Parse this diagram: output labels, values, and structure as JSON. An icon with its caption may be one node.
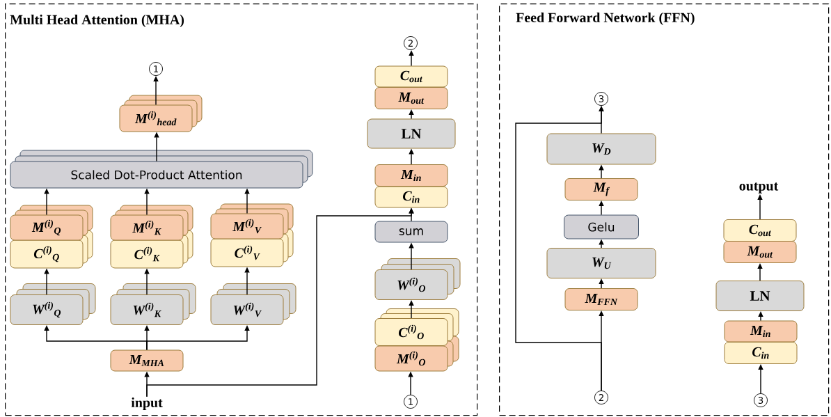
{
  "diagram": {
    "nodes": [
      {
        "text": [
          "Multi Head Attention (MHA)"
        ]
      },
      {
        "text": [
          "1"
        ],
        "in": 0
      },
      {
        "text": [
          "M$^{(i)}$$_{head}$"
        ],
        "in": 0
      },
      {
        "text": [
          "Scaled Dot-Product Attention"
        ],
        "in": 0
      },
      {
        "text": [
          "M$^{(i)}$$_{Q}$"
        ],
        "in": 0
      },
      {
        "text": [
          "C$^{(i)}$$_{Q}$"
        ],
        "in": 0
      },
      {
        "text": [
          "M$^{(i)}$$_{K}$"
        ],
        "in": 0
      },
      {
        "text": [
          "C$^{(i)}$$_{K}$"
        ],
        "in": 0
      },
      {
        "text": [
          "M$^{(i)}$$_{V}$"
        ],
        "in": 0
      },
      {
        "text": [
          "C$^{(i)}$$_{V}$"
        ],
        "in": 0
      },
      {
        "text": [
          "W$^{(i)}$$_{Q}$"
        ],
        "in": 0
      },
      {
        "text": [
          "W$^{(i)}$$_{K}$"
        ],
        "in": 0
      },
      {
        "text": [
          "W$^{(i)}$$_{V}$"
        ],
        "in": 0
      },
      {
        "text": [
          "M$_{MHA}$"
        ],
        "in": 0
      },
      {
        "text": [
          "input"
        ],
        "in": 0
      },
      {
        "text": [
          "2"
        ],
        "in": 0
      },
      {
        "text": [
          "C$_{out}$"
        ],
        "in": 0
      },
      {
        "text": [
          "M$_{out}$"
        ],
        "in": 0
      },
      {
        "text": [
          "LN"
        ],
        "in": 0
      },
      {
        "text": [
          "M$_{in}$"
        ],
        "in": 0
      },
      {
        "text": [
          "C$_{in}$"
        ],
        "in": 0
      },
      {
        "text": [
          "sum"
        ],
        "in": 0
      },
      {
        "text": [
          "W$^{(i)}$$_{O}$"
        ],
        "in": 0
      },
      {
        "text": [
          "C$^{(i)}$$_{O}$"
        ],
        "in": 0
      },
      {
        "text": [
          "M$^{(i)}$$_{O}$"
        ],
        "in": 0
      },
      {
        "text": [
          "1"
        ],
        "in": 0
      },
      {
        "text": [
          "Feed Forward Network (FFN)"
        ]
      },
      {
        "text": [
          "3"
        ],
        "in": 26
      },
      {
        "text": [
          "W$_{D}$"
        ],
        "in": 26
      },
      {
        "text": [
          "M$_{f}$"
        ],
        "in": 26
      },
      {
        "text": [
          "Gelu"
        ],
        "in": 26
      },
      {
        "text": [
          "W$_{U}$"
        ],
        "in": 26
      },
      {
        "text": [
          "M$_{FFN}$"
        ],
        "in": 26
      },
      {
        "text": [
          "2"
        ],
        "in": 26
      },
      {
        "text": [
          "output"
        ],
        "in": 26
      },
      {
        "text": [
          "C$_{out}$"
        ],
        "in": 26
      },
      {
        "text": [
          "M$_{out}$"
        ],
        "in": 26
      },
      {
        "text": [
          "LN"
        ],
        "in": 26
      },
      {
        "text": [
          "M$_{in}$"
        ],
        "in": 26
      },
      {
        "text": [
          "C$_{in}$"
        ],
        "in": 26
      },
      {
        "text": [
          "3"
        ],
        "in": 26
      }
    ],
    "edges": [
      {
        "from": 2,
        "to": 1,
        "arrow": "to"
      },
      {
        "from": 3,
        "to": 2,
        "arrow": "to"
      },
      {
        "from": 4,
        "to": 3,
        "arrow": "to"
      },
      {
        "from": 6,
        "to": 3,
        "arrow": "to"
      },
      {
        "from": 8,
        "to": 3,
        "arrow": "to"
      },
      {
        "from": 10,
        "to": 5,
        "arrow": "to"
      },
      {
        "from": 11,
        "to": 7,
        "arrow": "to"
      },
      {
        "from": 12,
        "to": 9,
        "arrow": "to"
      },
      {
        "from": 13,
        "to": 10,
        "arrow": "to"
      },
      {
        "from": 13,
        "to": 11,
        "arrow": "to"
      },
      {
        "from": 13,
        "to": 12,
        "arrow": "to"
      },
      {
        "from": 14,
        "to": 13,
        "arrow": "to"
      },
      {
        "from": 14,
        "to": 20,
        "arrow": "to"
      },
      {
        "from": 25,
        "to": 24,
        "arrow": "to"
      },
      {
        "from": 23,
        "to": 22,
        "arrow": "to"
      },
      {
        "from": 22,
        "to": 21,
        "arrow": "to"
      },
      {
        "from": 21,
        "to": 20,
        "arrow": "to"
      },
      {
        "from": 19,
        "to": 18,
        "arrow": "to"
      },
      {
        "from": 18,
        "to": 17,
        "arrow": "to"
      },
      {
        "from": 16,
        "to": 15,
        "arrow": "to"
      },
      {
        "from": 33,
        "to": 32,
        "arrow": "to"
      },
      {
        "from": 33,
        "to": 27,
        "arrow": "to"
      },
      {
        "from": 32,
        "to": 31,
        "arrow": "to"
      },
      {
        "from": 31,
        "to": 30,
        "arrow": "to"
      },
      {
        "from": 30,
        "to": 29,
        "arrow": "to"
      },
      {
        "from": 29,
        "to": 28,
        "arrow": "to"
      },
      {
        "from": 28,
        "to": 27,
        "arrow": "to"
      },
      {
        "from": 40,
        "to": 39,
        "arrow": "to"
      },
      {
        "from": 38,
        "to": 37,
        "arrow": "to"
      },
      {
        "from": 37,
        "to": 36,
        "arrow": "to"
      },
      {
        "from": 35,
        "to": 34,
        "arrow": "to"
      }
    ]
  }
}
